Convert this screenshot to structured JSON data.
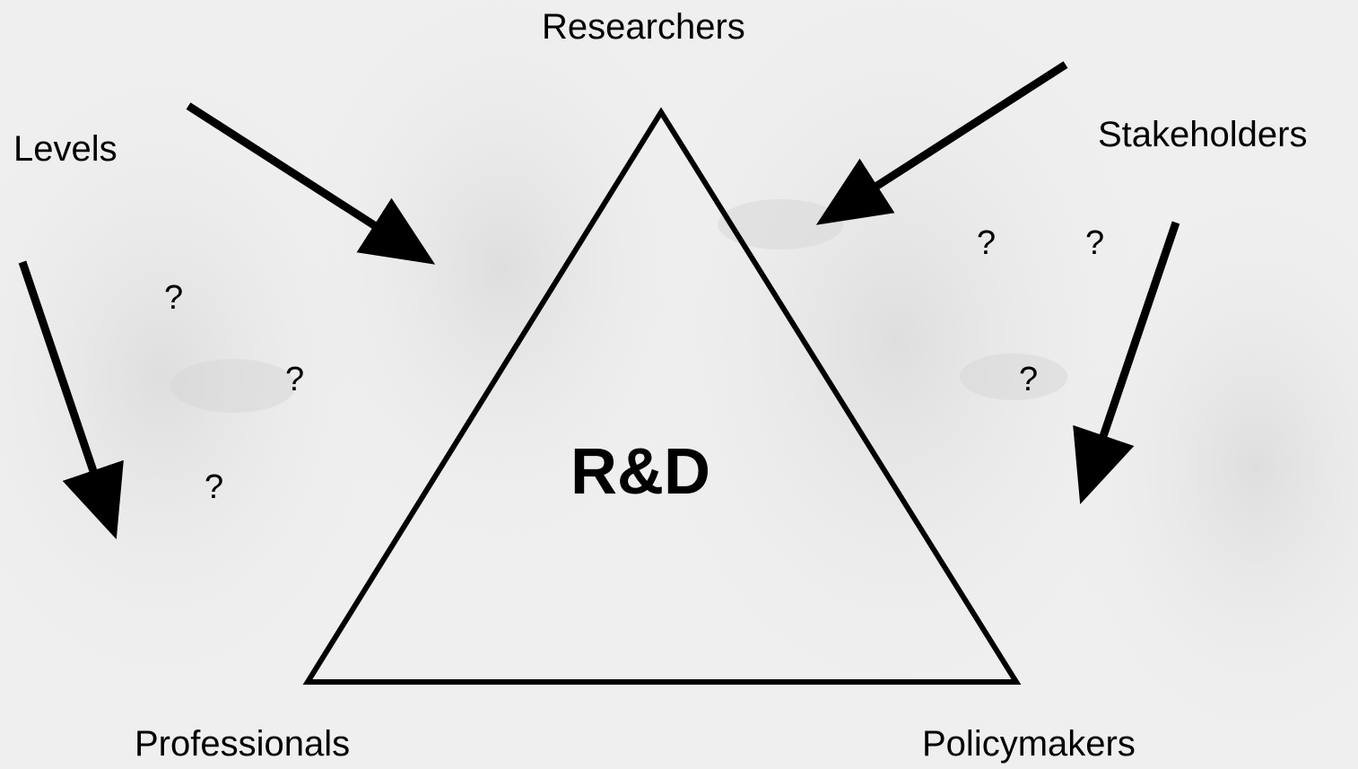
{
  "labels": {
    "top": "Researchers",
    "left": "Levels",
    "right": "Stakeholders",
    "bottom_left": "Professionals",
    "bottom_right": "Policymakers"
  },
  "center_label": "R&D",
  "question_marks": [
    "?",
    "?",
    "?",
    "?",
    "?",
    "?"
  ],
  "icons": {
    "arrows": "arrow-icon"
  },
  "colors": {
    "background": "#eeeeee",
    "ink": "#000000"
  }
}
